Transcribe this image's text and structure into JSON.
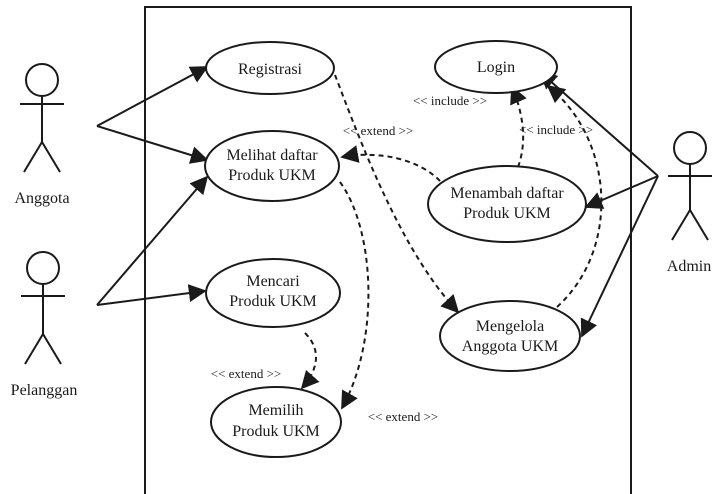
{
  "actors": {
    "anggota": "Anggota",
    "pelanggan": "Pelanggan",
    "admin": "Admin"
  },
  "use_cases": {
    "registrasi": [
      "Registrasi"
    ],
    "melihat": [
      "Melihat daftar",
      "Produk UKM"
    ],
    "mencari": [
      "Mencari",
      "Produk UKM"
    ],
    "memilih": [
      "Memilih",
      "Produk UKM"
    ],
    "login": [
      "Login"
    ],
    "menambah": [
      "Menambah daftar",
      "Produk UKM"
    ],
    "mengelola": [
      "Mengelola",
      "Anggota UKM"
    ]
  },
  "relations": {
    "include_1": "<< include >>",
    "include_2": "<< include >>",
    "extend_top": "<< extend >>",
    "extend_left": "<< extend >>",
    "extend_right": "<< extend >>"
  }
}
